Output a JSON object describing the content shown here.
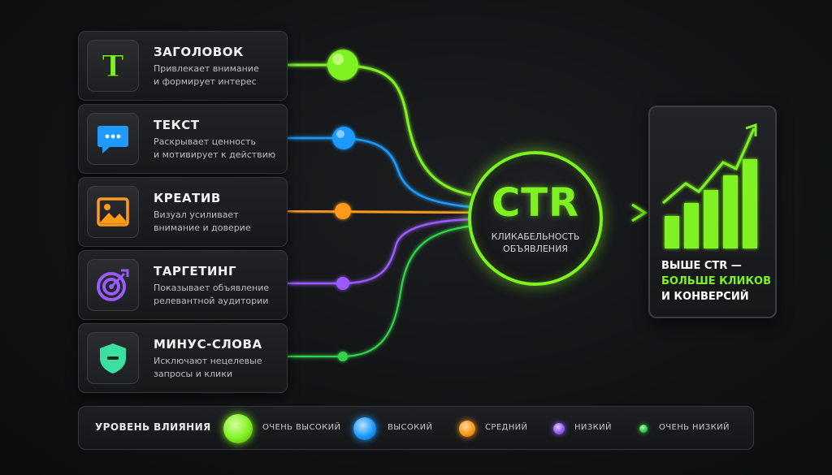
{
  "factors": [
    {
      "title": "ЗАГОЛОВОК",
      "desc1": "Привлекает внимание",
      "desc2": "и формирует интерес",
      "icon": "headline-t-icon",
      "influence": "very_high"
    },
    {
      "title": "ТЕКСТ",
      "desc1": "Раскрывает ценность",
      "desc2": "и мотивирует к действию",
      "icon": "chat-bubble-icon",
      "influence": "high"
    },
    {
      "title": "КРЕАТИВ",
      "desc1": "Визуал усиливает",
      "desc2": "внимание и доверие",
      "icon": "image-icon",
      "influence": "medium"
    },
    {
      "title": "ТАРГЕТИНГ",
      "desc1": "Показывает объявление",
      "desc2": "релевантной аудитории",
      "icon": "target-icon",
      "influence": "low"
    },
    {
      "title": "МИНУС-СЛОВА",
      "desc1": "Исключают нецелевые",
      "desc2": "запросы и клики",
      "icon": "shield-minus-icon",
      "influence": "very_low"
    }
  ],
  "ctr": {
    "label": "CTR",
    "sub1": "КЛИКАБЕЛЬНОСТЬ",
    "sub2": "ОБЪЯВЛЕНИЯ"
  },
  "result": {
    "line1": "ВЫШЕ CTR —",
    "line2": "БОЛЬШЕ КЛИКОВ",
    "line3": "И КОНВЕРСИЙ",
    "chart_icon": "growth-bar-chart-icon"
  },
  "legend": {
    "title": "УРОВЕНЬ ВЛИЯНИЯ",
    "items": [
      {
        "key": "very_high",
        "label": "ОЧЕНЬ ВЫСОКИЙ",
        "color": "#7ef221"
      },
      {
        "key": "high",
        "label": "ВЫСОКИЙ",
        "color": "#1f9bff"
      },
      {
        "key": "medium",
        "label": "СРЕДНИЙ",
        "color": "#ff9b1a"
      },
      {
        "key": "low",
        "label": "НИЗКИЙ",
        "color": "#9b5cff"
      },
      {
        "key": "very_low",
        "label": "ОЧЕНЬ НИЗКИЙ",
        "color": "#33d44a"
      }
    ]
  },
  "colors": {
    "accent": "#7ef221",
    "blue": "#1f9bff",
    "orange": "#ff9b1a",
    "purple": "#9b5cff",
    "green": "#33d44a",
    "teal": "#3be0a0"
  }
}
